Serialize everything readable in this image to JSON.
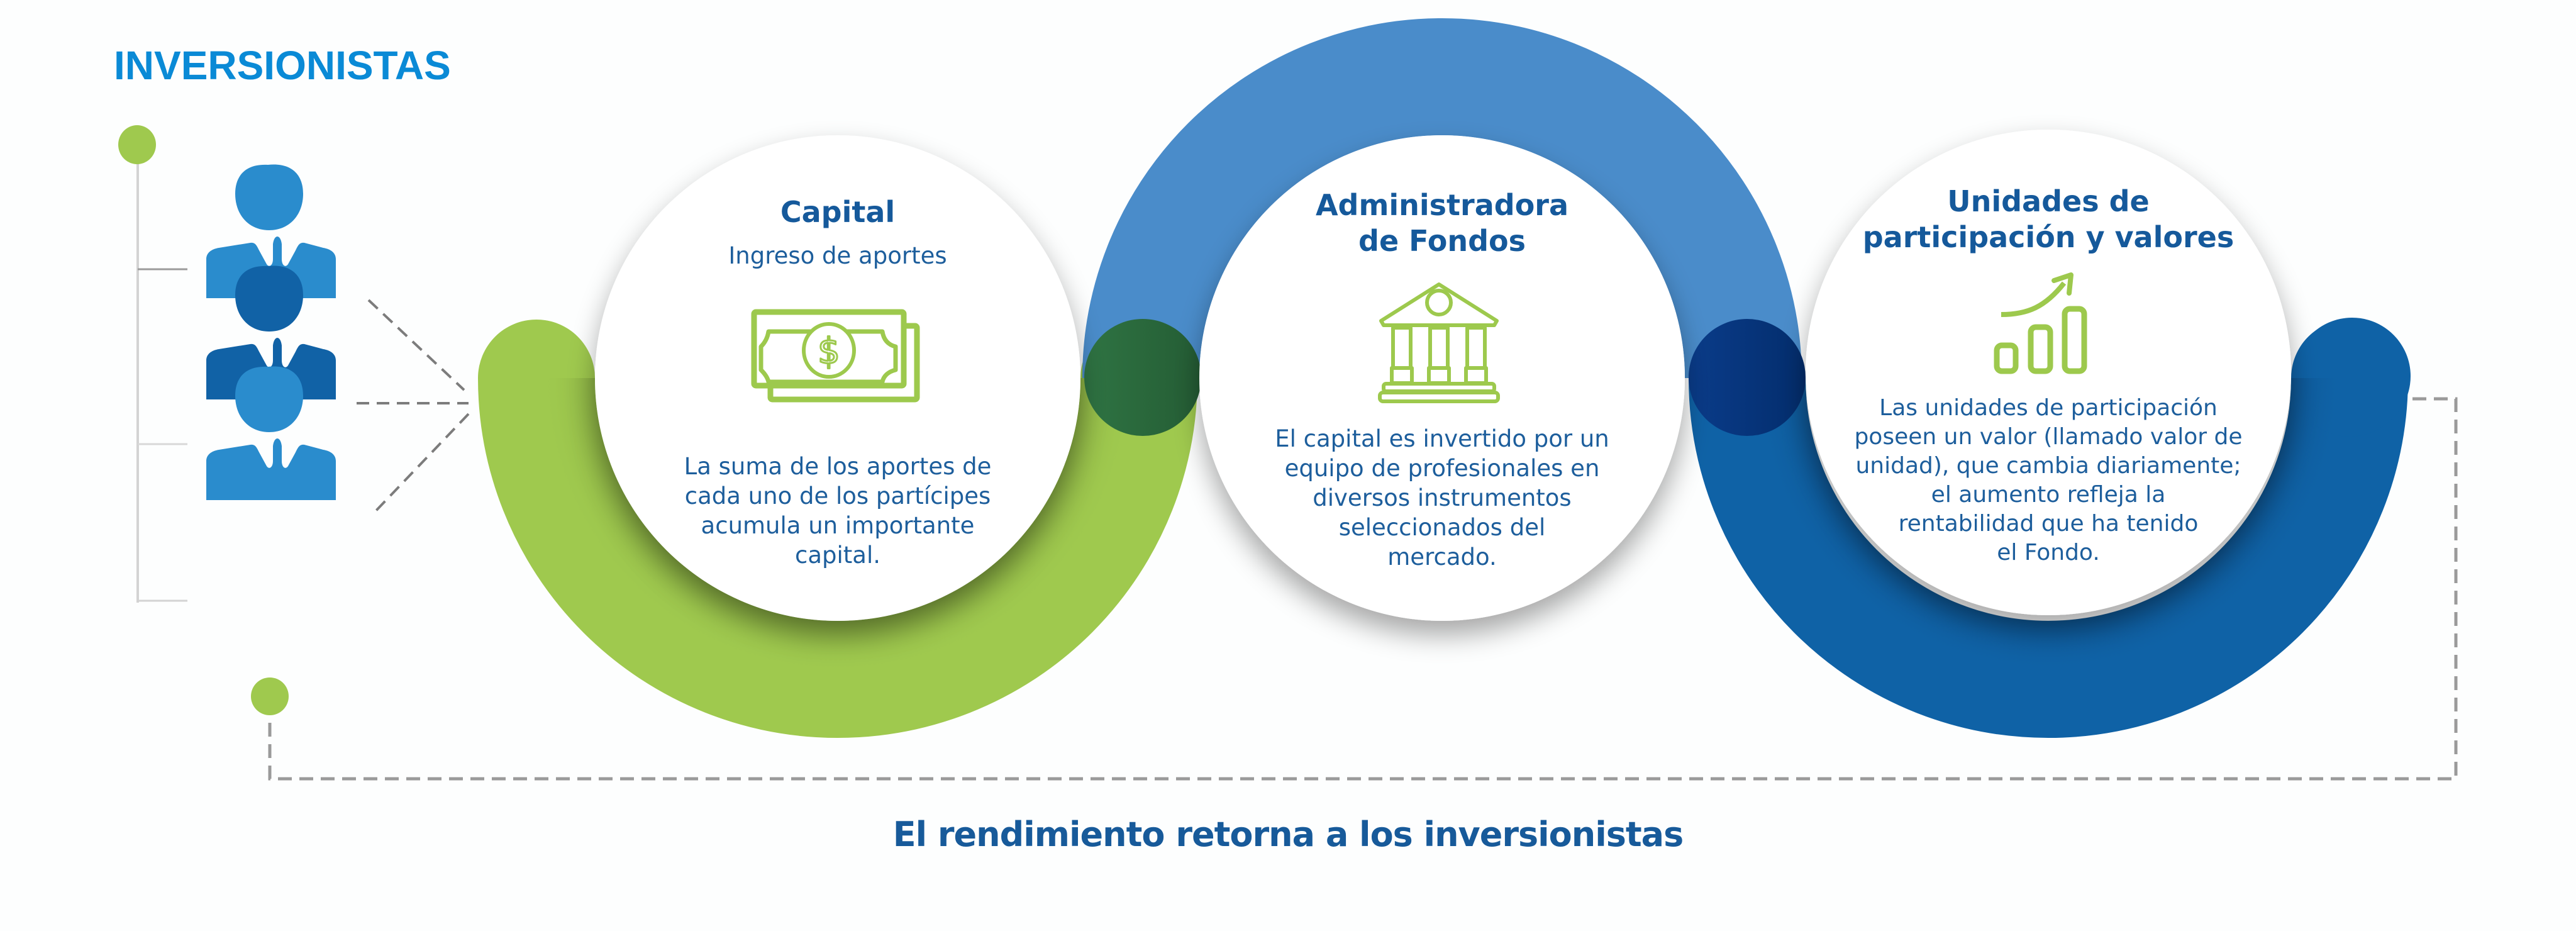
{
  "investors": {
    "title": "INVERSIONISTAS",
    "people": [
      {
        "label": "investor-1",
        "color": "#2a8ccd"
      },
      {
        "label": "investor-2",
        "color": "#1162a6"
      },
      {
        "label": "investor-3",
        "color": "#2a8ccd"
      }
    ]
  },
  "steps": [
    {
      "title": "Capital",
      "subtitle": "Ingreso de aportes",
      "icon": "money-bills-icon",
      "body_lines": [
        "La suma de los aportes de",
        "cada uno de los partícipes",
        "acumula un importante",
        "capital."
      ],
      "arc_color": "#9fc94e"
    },
    {
      "title_lines": [
        "Administradora",
        "de Fondos"
      ],
      "icon": "bank-building-icon",
      "body_lines": [
        "El capital es invertido por un",
        "equipo de profesionales en",
        "diversos instrumentos",
        "seleccionados del",
        "mercado."
      ],
      "arc_color": "#4a8cca"
    },
    {
      "title_lines": [
        "Unidades de",
        "participación y valores"
      ],
      "icon": "growth-chart-icon",
      "body_lines": [
        "Las unidades de participación",
        "poseen un valor (llamado valor de",
        "unidad), que cambia diariamente;",
        "el aumento refleja la",
        "rentabilidad que ha tenido",
        "el Fondo."
      ],
      "arc_color": "#0f62a6"
    }
  ],
  "junctions": {
    "green": "#2a6e3f",
    "navy": "#06367f"
  },
  "footer": {
    "text": "El rendimiento retorna a los inversionistas"
  },
  "colors": {
    "accent_green": "#9dc94d",
    "title_blue": "#0a8ad6",
    "text_blue": "#15599b",
    "dash_gray": "#8a8a8a"
  }
}
